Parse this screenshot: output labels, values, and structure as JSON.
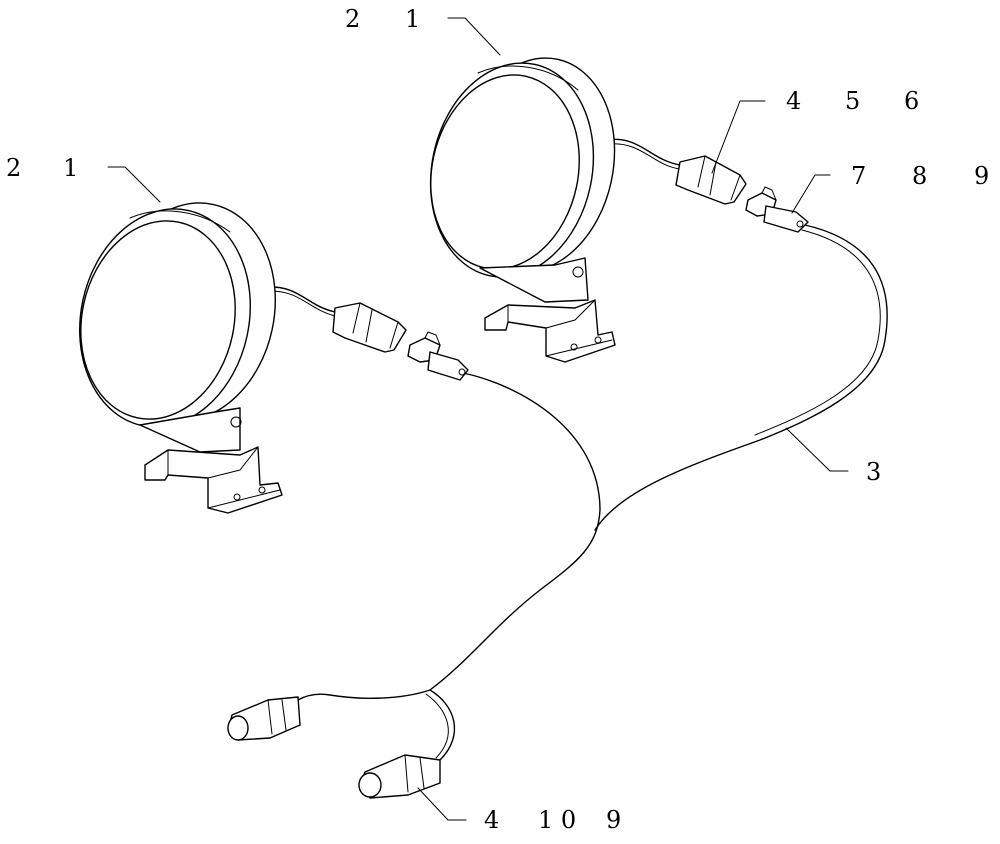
{
  "callouts": {
    "light_a": {
      "left": "2",
      "right": "1"
    },
    "light_b": {
      "left": "2",
      "right": "1"
    },
    "plug_b": {
      "a": "4",
      "b": "5",
      "c": "6"
    },
    "socket_b": {
      "a": "7",
      "b": "8",
      "c": "9"
    },
    "cable": {
      "a": "3"
    },
    "bottom_plug": {
      "a": "4",
      "b": "1 0",
      "c": "9"
    }
  },
  "colors": {
    "line": "#000000",
    "background": "#ffffff"
  }
}
